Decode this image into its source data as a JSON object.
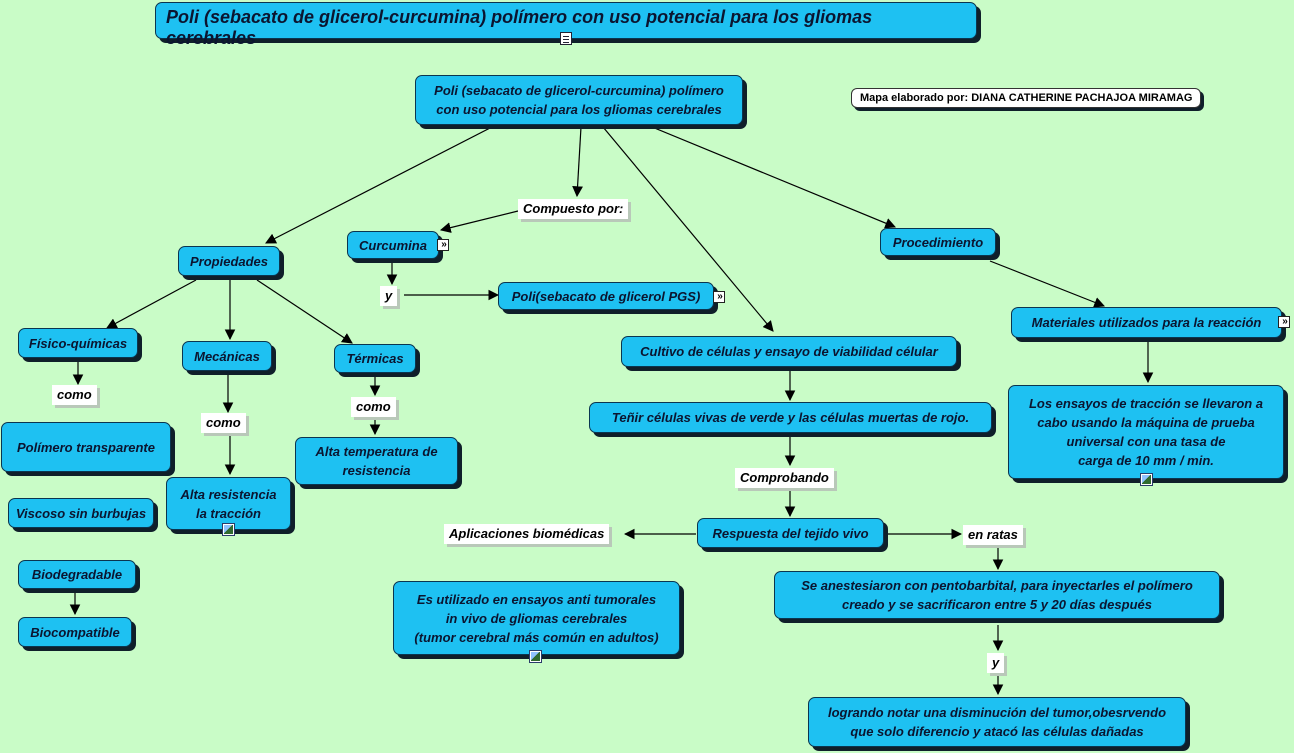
{
  "title": "Poli (sebacato de glicerol-curcumina) polímero con uso potencial para los gliomas cerebrales",
  "credit": "Mapa elaborado por: DIANA CATHERINE PACHAJOA MIRAMAG",
  "nodes": {
    "root": "Poli (sebacato de glicerol-curcumina) polímero\ncon uso potencial para los gliomas cerebrales",
    "propiedades": "Propiedades",
    "curcumina": "Curcumina",
    "pgs": "Poli(sebacato de glicerol PGS)",
    "procedimiento": "Procedimiento",
    "fisico": "Físico-químicas",
    "mecanicas": "Mecánicas",
    "termicas": "Térmicas",
    "transparente": "Polímero transparente",
    "viscoso": "Viscoso sin burbujas",
    "biodegradable": "Biodegradable",
    "biocompatible": "Biocompatible",
    "alta_resistencia": "Alta resistencia\nla tracción",
    "alta_temp": "Alta temperatura de\nresistencia",
    "cultivo": "Cultivo de células y ensayo de viabilidad célular",
    "tenir": "Teñir células vivas de verde  y las células muertas de rojo.",
    "respuesta": "Respuesta del tejido vivo",
    "tumorales": "Es utilizado en ensayos anti tumorales\nin vivo de gliomas cerebrales\n(tumor cerebral más común en adultos)",
    "anestesia": "Se anestesiaron con pentobarbital, para inyectarles el polímero\ncreado y se sacrificaron entre 5 y 20 días después",
    "disminucion": "logrando notar una disminución del tumor,obesrvendo\nque solo diferencio y atacó las células dañadas",
    "materiales": "Materiales utilizados para la reacción",
    "ensayos": "Los ensayos de tracción se llevaron a\ncabo usando la máquina de prueba\nuniversal con una tasa de\ncarga de 10 mm / min."
  },
  "labels": {
    "compuesto": "Compuesto por:",
    "y1": "y",
    "como1": "como",
    "como2": "como",
    "como3": "como",
    "comprobando": "Comprobando",
    "aplicaciones": "Aplicaciones biomédicas",
    "en_ratas": "en ratas",
    "y2": "y"
  },
  "icons": {
    "title_doc": "document-icon",
    "image": "image-icon",
    "expand": "expand-arrows-icon"
  },
  "colors": {
    "background": "#c9fcc7",
    "node_fill": "#1ec1f2",
    "node_text": "#0b1530"
  }
}
